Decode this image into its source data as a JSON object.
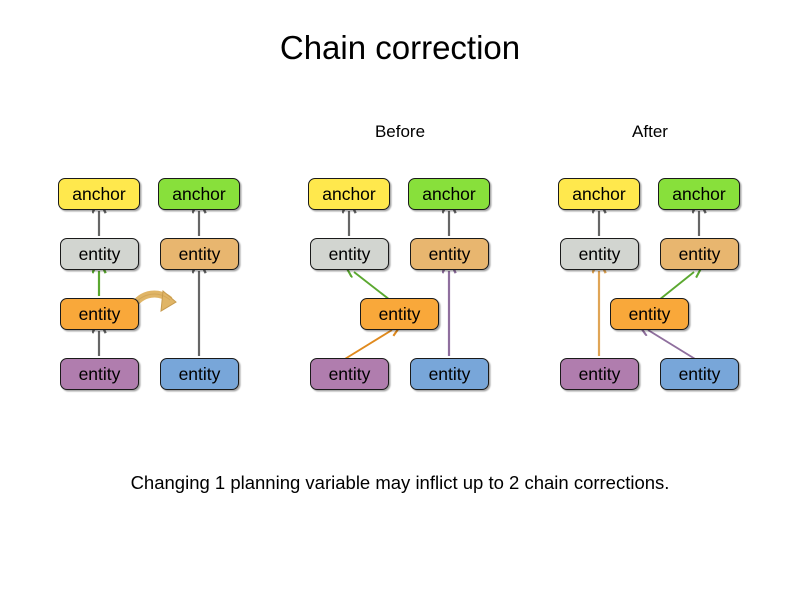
{
  "slide": {
    "title": "Chain correction",
    "caption": "Changing 1 planning variable may inflict up to 2 chain corrections.",
    "background_color": "#ffffff"
  },
  "labels": {
    "before": "Before",
    "after": "After"
  },
  "palette": {
    "anchor_yellow": "#FFE84D",
    "anchor_green": "#88E03B",
    "entity_grey": "#D2D5D0",
    "entity_tan": "#E8B66F",
    "entity_orange": "#F9A83A",
    "entity_purple": "#B07DAE",
    "entity_blue": "#78A6D9",
    "edge_grey": "#666666",
    "edge_green": "#5BA830",
    "edge_orange": "#E08A1E",
    "edge_purple": "#8F6F9E",
    "edge_tan": "#E0A556",
    "move_arrow_gold": "#E0B566"
  },
  "panels": [
    {
      "name": "initial",
      "label": "",
      "nodes": [
        {
          "id": "p1-a1",
          "text": "anchor",
          "color": "anchor_yellow"
        },
        {
          "id": "p1-a2",
          "text": "anchor",
          "color": "anchor_green"
        },
        {
          "id": "p1-e1",
          "text": "entity",
          "color": "entity_grey"
        },
        {
          "id": "p1-e2",
          "text": "entity",
          "color": "entity_tan"
        },
        {
          "id": "p1-e3",
          "text": "entity",
          "color": "entity_orange"
        },
        {
          "id": "p1-e4",
          "text": "entity",
          "color": "entity_purple"
        },
        {
          "id": "p1-e5",
          "text": "entity",
          "color": "entity_blue"
        }
      ],
      "edges": [
        {
          "from": "p1-e1",
          "to": "p1-a1",
          "color": "edge_grey"
        },
        {
          "from": "p1-e2",
          "to": "p1-a2",
          "color": "edge_grey"
        },
        {
          "from": "p1-e3",
          "to": "p1-e1",
          "color": "edge_green"
        },
        {
          "from": "p1-e4",
          "to": "p1-e3",
          "color": "edge_grey"
        },
        {
          "from": "p1-e5",
          "to": "p1-e2",
          "color": "edge_grey"
        }
      ],
      "move_arrow": {
        "from": "p1-e3",
        "direction": "right",
        "color": "move_arrow_gold"
      }
    },
    {
      "name": "before",
      "label": "Before",
      "nodes": [
        {
          "id": "p2-a1",
          "text": "anchor",
          "color": "anchor_yellow"
        },
        {
          "id": "p2-a2",
          "text": "anchor",
          "color": "anchor_green"
        },
        {
          "id": "p2-e1",
          "text": "entity",
          "color": "entity_grey"
        },
        {
          "id": "p2-e2",
          "text": "entity",
          "color": "entity_tan"
        },
        {
          "id": "p2-e3",
          "text": "entity",
          "color": "entity_orange"
        },
        {
          "id": "p2-e4",
          "text": "entity",
          "color": "entity_purple"
        },
        {
          "id": "p2-e5",
          "text": "entity",
          "color": "entity_blue"
        }
      ],
      "edges": [
        {
          "from": "p2-e1",
          "to": "p2-a1",
          "color": "edge_grey"
        },
        {
          "from": "p2-e2",
          "to": "p2-a2",
          "color": "edge_grey"
        },
        {
          "from": "p2-e3",
          "to": "p2-e1",
          "color": "edge_green"
        },
        {
          "from": "p2-e4",
          "to": "p2-e3",
          "color": "edge_orange"
        },
        {
          "from": "p2-e5",
          "to": "p2-e2",
          "color": "edge_purple"
        }
      ],
      "move_arrow": null
    },
    {
      "name": "after",
      "label": "After",
      "nodes": [
        {
          "id": "p3-a1",
          "text": "anchor",
          "color": "anchor_yellow"
        },
        {
          "id": "p3-a2",
          "text": "anchor",
          "color": "anchor_green"
        },
        {
          "id": "p3-e1",
          "text": "entity",
          "color": "entity_grey"
        },
        {
          "id": "p3-e2",
          "text": "entity",
          "color": "entity_tan"
        },
        {
          "id": "p3-e3",
          "text": "entity",
          "color": "entity_orange"
        },
        {
          "id": "p3-e4",
          "text": "entity",
          "color": "entity_purple"
        },
        {
          "id": "p3-e5",
          "text": "entity",
          "color": "entity_blue"
        }
      ],
      "edges": [
        {
          "from": "p3-e1",
          "to": "p3-a1",
          "color": "edge_grey"
        },
        {
          "from": "p3-e2",
          "to": "p3-a2",
          "color": "edge_grey"
        },
        {
          "from": "p3-e4",
          "to": "p3-e1",
          "color": "edge_tan"
        },
        {
          "from": "p3-e3",
          "to": "p3-e2",
          "color": "edge_green"
        },
        {
          "from": "p3-e5",
          "to": "p3-e3",
          "color": "edge_purple"
        }
      ],
      "move_arrow": null
    }
  ]
}
